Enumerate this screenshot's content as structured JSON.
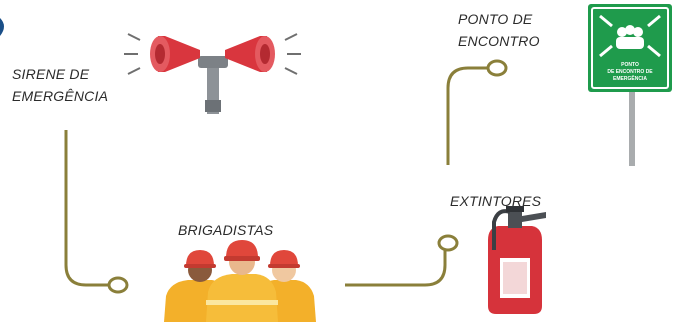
{
  "labels": {
    "sirene_line1": "SIRENE DE",
    "sirene_line2": "EMERGÊNCIA",
    "ponto_line1": "PONTO DE",
    "ponto_line2": "ENCONTRO",
    "extintores": "EXTINTORES",
    "brigadistas": "BRIGADISTAS"
  },
  "sign": {
    "line1": "PONTO",
    "line2": "DE ENCONTRO DE",
    "line3": "EMERGÊNCIA"
  },
  "colors": {
    "connector": "#8a7f3a",
    "siren_red": "#d9363e",
    "sign_green": "#1f9b4c",
    "extinguisher_red": "#d6333b",
    "helmet_red": "#e0473b",
    "uniform_yellow": "#f3b02a"
  },
  "icons": [
    "siren-icon",
    "meeting-point-sign-icon",
    "fire-extinguisher-icon",
    "firefighters-icon"
  ]
}
